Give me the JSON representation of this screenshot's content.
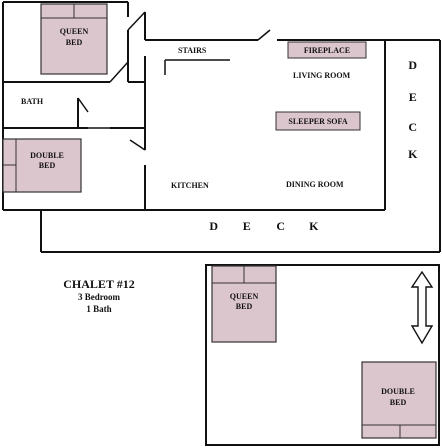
{
  "colors": {
    "furniture_fill": "#dcc6cd",
    "wall": "#111111",
    "background": "#ffffff"
  },
  "rooms": {
    "bedroom_top_queen_label_1": "QUEEN",
    "bedroom_top_queen_label_2": "BED",
    "bedroom_left_double_label_1": "DOUBLE",
    "bedroom_left_double_label_2": "BED",
    "bath_label": "BATH",
    "stairs_label": "STAIRS",
    "fireplace_label": "FIREPLACE",
    "living_room_label": "LIVING ROOM",
    "sleeper_sofa_label": "SLEEPER SOFA",
    "kitchen_label": "KITCHEN",
    "dining_room_label": "DINING ROOM",
    "loft_queen_label_1": "QUEEN",
    "loft_queen_label_2": "BED",
    "loft_double_label_1": "DOUBLE",
    "loft_double_label_2": "BED"
  },
  "deck": {
    "right_letters": [
      "D",
      "E",
      "C",
      "K"
    ],
    "bottom_letters": [
      "D",
      "E",
      "C",
      "K"
    ]
  },
  "info": {
    "title": "CHALET #12",
    "bedrooms": "3 Bedroom",
    "baths": "1 Bath"
  },
  "icons": {
    "stair_arrow": "double-headed-arrow-icon"
  }
}
